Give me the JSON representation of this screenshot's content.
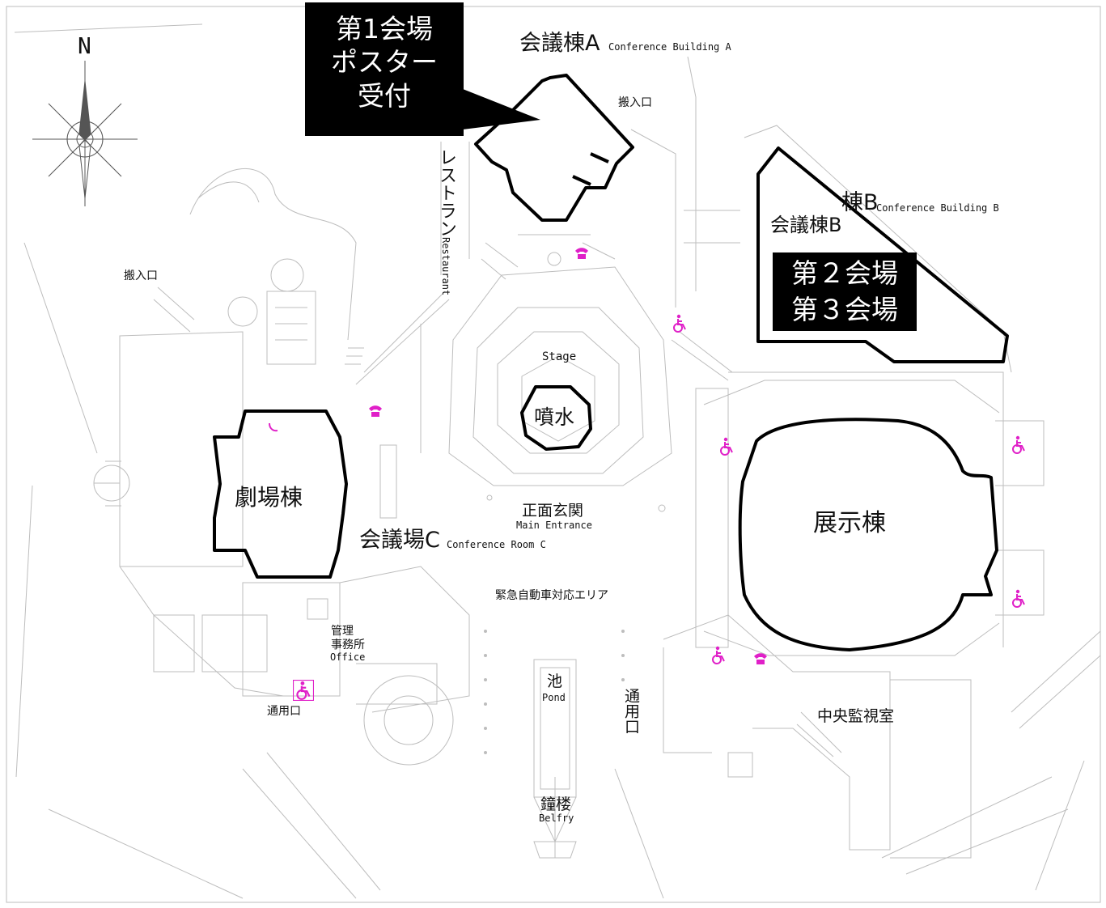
{
  "north_label": "N",
  "callout_a": [
    "第1会場",
    "ポスター",
    "受付"
  ],
  "callout_b_title": "会議棟B",
  "callout_b": [
    "第２会場",
    "第３会場"
  ],
  "buildings": {
    "conference_a": {
      "ja": "会議棟A",
      "en": "Conference Building A"
    },
    "conference_b": {
      "ja": "棟B",
      "en": "Conference Building B"
    },
    "conference_c": {
      "ja": "会議場C",
      "en": "Conference Room C"
    },
    "theater": "劇場棟",
    "exhibition": "展示棟",
    "fountain": "噴水",
    "stage": "Stage",
    "main_entrance": {
      "ja": "正面玄関",
      "en": "Main Entrance"
    },
    "emergency_area": "緊急自動車対応エリア",
    "pond": {
      "ja": "池",
      "en": "Pond"
    },
    "belfry": {
      "ja": "鐘楼",
      "en": "Belfry"
    },
    "office": {
      "ja1": "管理",
      "ja2": "事務所",
      "en": "Office"
    },
    "central_monitor": "中央監視室",
    "restaurant_ja": "レストラン",
    "restaurant_en": "Restaurant",
    "loading_a": "搬入口",
    "loading_w": "搬入口",
    "service_entrance_sw": "通用口",
    "service_entrance_vertical": "通用口"
  },
  "icons": [
    "wheelchair-icon",
    "phone-icon"
  ],
  "colors": {
    "outline": "#000000",
    "linework": "#b8b8b8",
    "accent": "#e020c8",
    "callout_bg": "#000000"
  }
}
